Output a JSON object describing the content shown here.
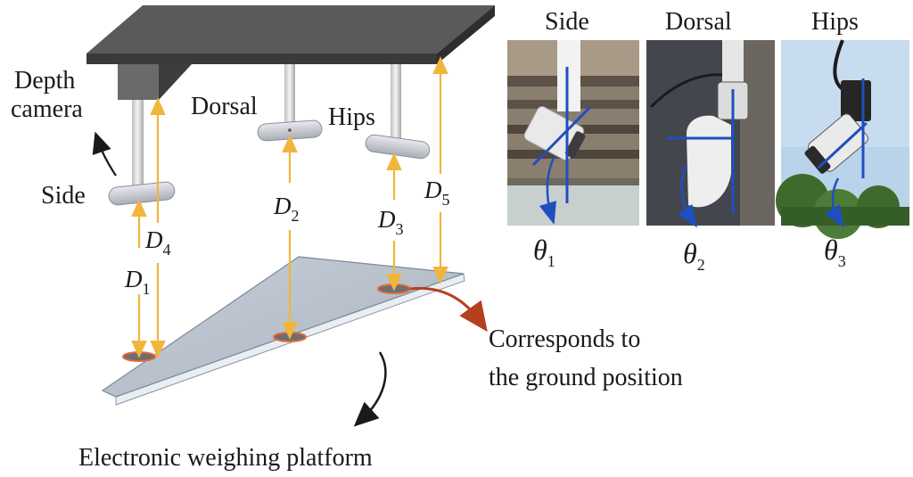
{
  "labels": {
    "depth_camera_line1": "Depth",
    "depth_camera_line2": "camera",
    "side": "Side",
    "dorsal": "Dorsal",
    "hips": "Hips",
    "corresponds_line1": "Corresponds to",
    "corresponds_line2": "the ground position",
    "platform": "Electronic weighing platform"
  },
  "distances": [
    {
      "main": "D",
      "sub": "1"
    },
    {
      "main": "D",
      "sub": "2"
    },
    {
      "main": "D",
      "sub": "3"
    },
    {
      "main": "D",
      "sub": "4"
    },
    {
      "main": "D",
      "sub": "5"
    }
  ],
  "photos": [
    {
      "title": "Side",
      "angle": "θ",
      "sub": "1"
    },
    {
      "title": "Dorsal",
      "angle": "θ",
      "sub": "2"
    },
    {
      "title": "Hips",
      "angle": "θ",
      "sub": "3"
    }
  ],
  "colors": {
    "frame_top": "#5a5a5a",
    "frame_side": "#3a3a3a",
    "pole": "#d8d8d8",
    "camera": "#c9ccd2",
    "arrow_yellow": "#f0b63c",
    "platform_top": "#b9c2cd",
    "platform_edge": "#e9eef4",
    "ground_mark": "#e56b3a",
    "ground_fill": "#6e6e6e",
    "curved_arrow_red": "#b5401e",
    "axis_blue": "#1f4fbf",
    "text": "#1a1a1a"
  }
}
